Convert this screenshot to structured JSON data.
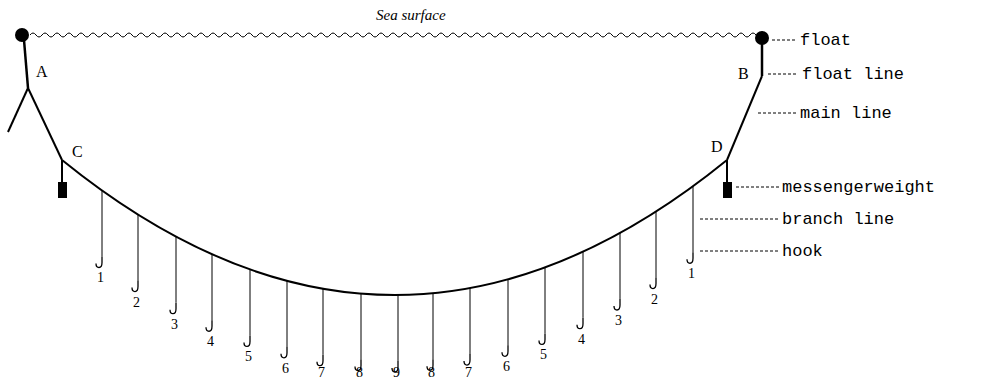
{
  "diagram": {
    "labels": [
      "Sea surface",
      "float",
      "A",
      "B",
      "float line",
      "main line",
      "C",
      "D",
      "messengerweight",
      "branch line",
      "hook",
      "1",
      "2",
      "3",
      "4",
      "5",
      "6",
      "7",
      "8",
      "9",
      "8",
      "7",
      "6",
      "5",
      "4",
      "3",
      "2",
      "1"
    ]
  }
}
